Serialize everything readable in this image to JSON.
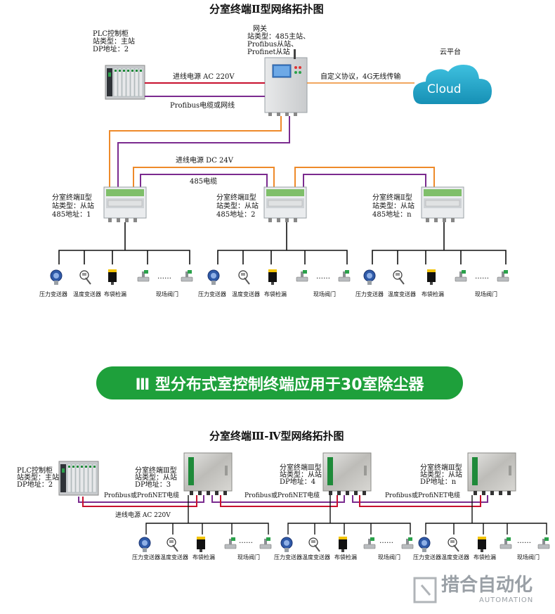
{
  "diagram1": {
    "title": "分室终端Ⅱ型网络拓扑图",
    "plc": {
      "line1": "PLC控制柜",
      "line2": "站类型：主站",
      "line3": "DP地址：2"
    },
    "gateway": {
      "line1": "网关",
      "line2": "站类型：485主站、",
      "line3": "Profibus从站、",
      "line4": "Profinet从站"
    },
    "cloud_platform": "云平台",
    "cloud_text": "Cloud",
    "custom_protocol": "自定义协议，4G无线传输",
    "power_ac": "进线电源 AC 220V",
    "profibus_cable": "Profibus电缆或网线",
    "power_dc": "进线电源 DC 24V",
    "cable_485": "485电缆",
    "terminals": [
      {
        "line1": "分室终端Ⅱ型",
        "line2": "站类型：从站",
        "line3": "485地址：1"
      },
      {
        "line1": "分室终端Ⅱ型",
        "line2": "站类型：从站",
        "line3": "485地址：2"
      },
      {
        "line1": "分室终端Ⅱ型",
        "line2": "站类型：从站",
        "line3": "485地址：n"
      }
    ],
    "devices": {
      "pressure": "压力变送器",
      "temperature": "温度变送器",
      "bag_leak": "布袋检漏",
      "dots": "……",
      "valve": "现场阀门"
    }
  },
  "banner": "Ⅲ 型分布式室控制终端应用于30室除尘器",
  "diagram2": {
    "title": "分室终端Ⅲ-Ⅳ型网络拓扑图",
    "plc": {
      "line1": "PLC控制柜",
      "line2": "站类型：主站",
      "line3": "DP地址：2"
    },
    "terminals": [
      {
        "line1": "分室终端Ⅲ型",
        "line2": "站类型：从站",
        "line3": "DP地址：3"
      },
      {
        "line1": "分室终端Ⅲ型",
        "line2": "站类型：从站",
        "line3": "DP地址：4"
      },
      {
        "line1": "分室终端Ⅲ型",
        "line2": "站类型：从站",
        "line3": "DP地址：n"
      }
    ],
    "profibus_cable": "Profibus或ProfiNET电缆",
    "power_ac": "进线电源 AC 220V",
    "devices": {
      "pressure": "压力变送器",
      "temperature": "温度变送器",
      "bag_leak": "布袋检漏",
      "dots": "……",
      "valve": "现场阀门"
    }
  },
  "logo": {
    "cn": "措合自动化",
    "en": "AUTOMATION"
  },
  "colors": {
    "red_cable": "#c8102e",
    "purple_cable": "#7b2b8f",
    "orange_cable": "#ee8a2a",
    "green_banner": "#1ea03b",
    "cloud": "#19a3c6"
  }
}
